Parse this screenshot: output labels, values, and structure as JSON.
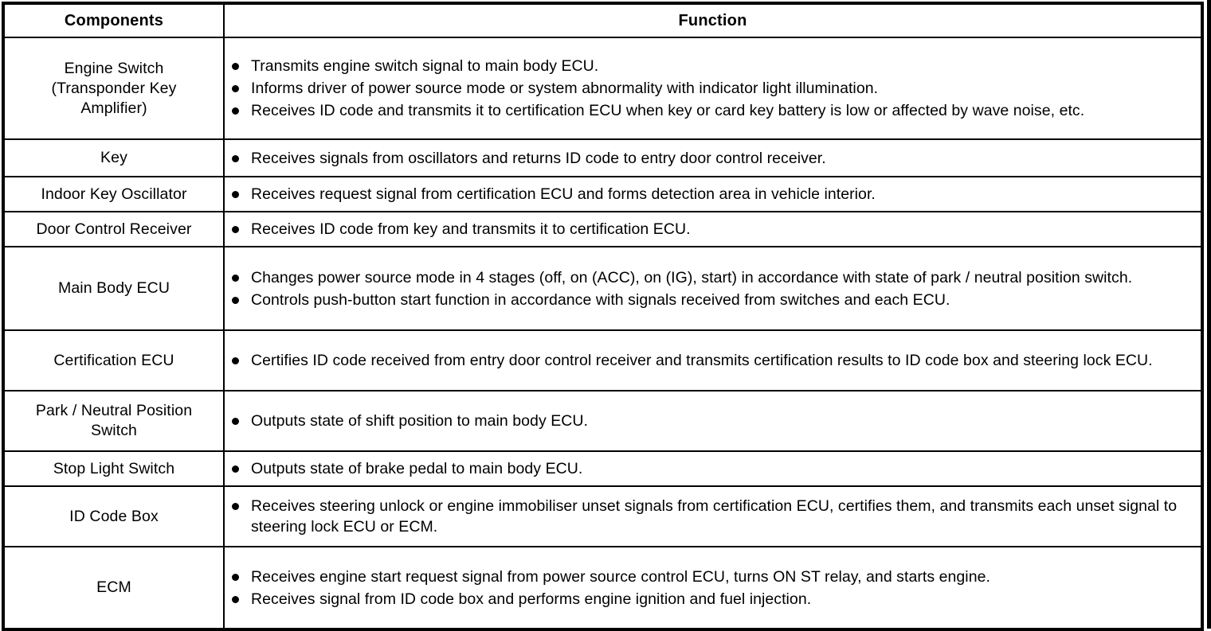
{
  "table": {
    "headers": {
      "components": "Components",
      "function": "Function"
    },
    "rows": [
      {
        "component_lines": [
          "Engine Switch",
          "(Transponder Key",
          "Amplifier)"
        ],
        "functions": [
          "Transmits engine switch signal to main body ECU.",
          "Informs driver of power source mode or system abnormality with indicator light illumination.",
          "Receives ID code and transmits it to certification ECU when key or card key battery is low or affected by wave noise, etc."
        ]
      },
      {
        "component_lines": [
          "Key"
        ],
        "functions": [
          "Receives signals from oscillators and returns ID code to entry door control receiver."
        ]
      },
      {
        "component_lines": [
          "Indoor Key Oscillator"
        ],
        "functions": [
          "Receives request signal from certification ECU and forms detection area in vehicle interior."
        ]
      },
      {
        "component_lines": [
          "Door Control Receiver"
        ],
        "functions": [
          "Receives ID code from key and transmits it to certification ECU."
        ]
      },
      {
        "component_lines": [
          "Main Body ECU"
        ],
        "functions": [
          "Changes power source mode in 4 stages (off, on (ACC), on (IG), start) in accordance with state of park / neutral position switch.",
          "Controls push-button start function in accordance with signals received from switches and each ECU."
        ]
      },
      {
        "component_lines": [
          "Certification ECU"
        ],
        "functions": [
          "Certifies ID code received from entry door control receiver and transmits certification results to ID code box and steering lock ECU."
        ]
      },
      {
        "component_lines": [
          "Park / Neutral Position",
          "Switch"
        ],
        "functions": [
          "Outputs state of shift position to main body ECU."
        ]
      },
      {
        "component_lines": [
          "Stop Light Switch"
        ],
        "functions": [
          "Outputs state of brake pedal to main body ECU."
        ]
      },
      {
        "component_lines": [
          "ID Code Box"
        ],
        "functions": [
          "Receives steering unlock or engine immobiliser unset signals from certification ECU, certifies them, and transmits each unset signal to steering lock ECU or ECM."
        ]
      },
      {
        "component_lines": [
          "ECM"
        ],
        "functions": [
          "Receives engine start request signal from power source control ECU, turns ON ST relay, and starts engine.",
          "Receives signal from ID code box and performs engine ignition and fuel injection."
        ]
      }
    ]
  },
  "colors": {
    "rule": "#000000",
    "background": "#ffffff",
    "text": "#000000"
  }
}
